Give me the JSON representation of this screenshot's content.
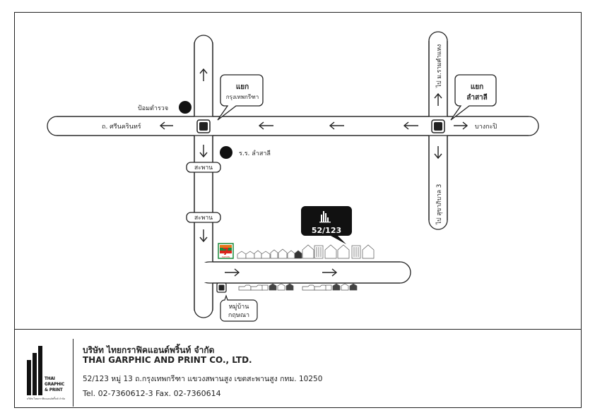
{
  "map": {
    "junction_srinakarin": {
      "line1": "แยก",
      "line2": "กรุงเทพกรีฑา"
    },
    "junction_lamsali": {
      "line1": "แยก",
      "line2": "ลำสาลี"
    },
    "road_srinakarin": "ถ. ศรีนครินทร์",
    "road_bangkapi": "บางกะปิ",
    "road_ramkhamhaeng": "ไป ม.รามคำแหง",
    "road_sukhaphiban3": "ไป สุขาภิบาล 3",
    "police_box": "ป้อมตำรวจ",
    "school": "ร.ร. ลำสาลี",
    "bridge_1": "สะพาน",
    "bridge_2": "สะพาน",
    "store_logo": "ELEVEN",
    "destination": "52/123",
    "village": {
      "line1": "หมู่บ้าน",
      "line2": "กฤษณา"
    }
  },
  "footer": {
    "logo_lines": [
      "THAI",
      "GRAPHIC",
      "& PRINT"
    ],
    "logo_small": "บริษัท ไทยกราฟิคแอนด์พริ้นท์ จำกัด",
    "company_th": "บริษัท ไทยกราฟิคแอนด์พริ้นท์ จำกัด",
    "company_en": "THAI GARPHIC AND PRINT CO., LTD.",
    "address": "52/123 หมู่ 13 ถ.กรุงเทพกรีฑา แขวงสพานสูง เขตสะพานสูง กทม. 10250",
    "phone": "Tel. 02-7360612-3 Fax. 02-7360614"
  }
}
